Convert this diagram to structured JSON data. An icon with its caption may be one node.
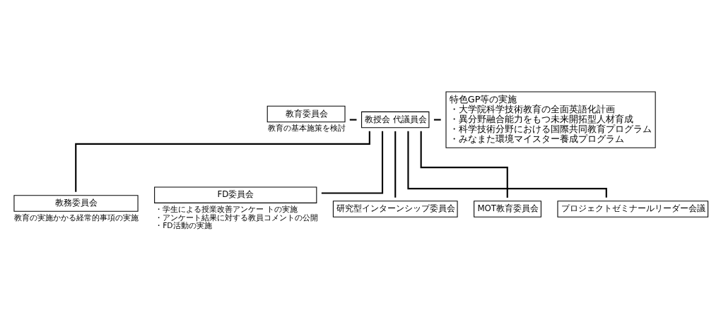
{
  "diagram": {
    "nodes": [
      {
        "text": [
          "教育委員会"
        ],
        "beside": [
          "教育の基本施策を検討"
        ]
      },
      {
        "text": [
          "教授会 代議員会"
        ]
      },
      {
        "text": [
          "特色GP等の実施",
          "・大学院科学技術教育の全面英語化計画",
          "・異分野融合能力をもつ未来開拓型人材育成",
          "・科学技術分野における国際共同教育プログラム",
          "・みなまた環境マイスター養成プログラム"
        ]
      },
      {
        "text": [
          "教務委員会"
        ],
        "beside": [
          "教育の実施かかる経常的事項の実施"
        ]
      },
      {
        "text": [
          "FD委員会"
        ],
        "beside": [
          "・学生による授業改善アンケー トの実施",
          "・アンケート結果に対する教員コメントの公開",
          "・FD活動の実施"
        ]
      },
      {
        "text": [
          "研究型インターンシップ委員会"
        ]
      },
      {
        "text": [
          "MOT教育委員会"
        ]
      },
      {
        "text": [
          "プロジェクトゼミナールリーダー会議"
        ]
      }
    ],
    "edges": [
      {
        "from": 0,
        "to": 1,
        "arrow": "none"
      },
      {
        "from": 1,
        "to": 2,
        "arrow": "none"
      },
      {
        "from": 1,
        "to": 3,
        "arrow": "none"
      },
      {
        "from": 1,
        "to": 4,
        "arrow": "none"
      },
      {
        "from": 1,
        "to": 5,
        "arrow": "none"
      },
      {
        "from": 1,
        "to": 6,
        "arrow": "none"
      },
      {
        "from": 1,
        "to": 7,
        "arrow": "none"
      }
    ]
  }
}
